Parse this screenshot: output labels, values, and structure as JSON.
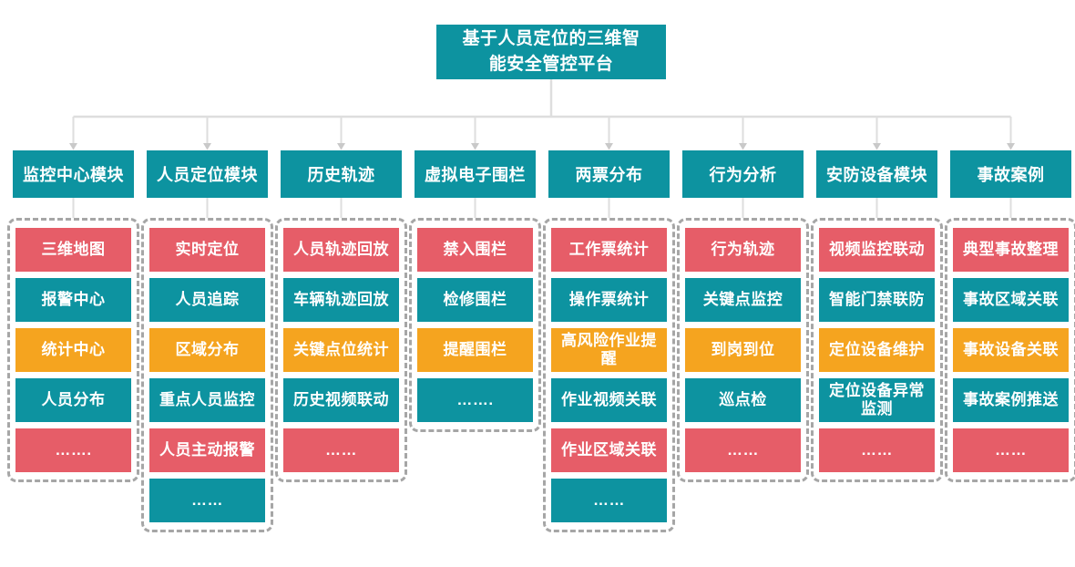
{
  "title": {
    "text": "基于人员定位的三维智能安全管控平台",
    "lines": [
      "基于人员定位的三维智",
      "能安全管控平台"
    ]
  },
  "colors": {
    "teal": "#0D93A0",
    "red": "#E65D68",
    "orange": "#F5A41F",
    "connector": "#DEDEDE",
    "arrow": "#C9C9C9",
    "dashed_border": "#A6A6A6",
    "text_on_box": "#FFFFFF"
  },
  "columns": [
    {
      "header": "监控中心模块",
      "items": [
        {
          "label": "三维地图",
          "color": "red"
        },
        {
          "label": "报警中心",
          "color": "teal"
        },
        {
          "label": "统计中心",
          "color": "orange"
        },
        {
          "label": "人员分布",
          "color": "teal"
        },
        {
          "label": "…….",
          "color": "red"
        }
      ]
    },
    {
      "header": "人员定位模块",
      "items": [
        {
          "label": "实时定位",
          "color": "red"
        },
        {
          "label": "人员追踪",
          "color": "teal"
        },
        {
          "label": "区域分布",
          "color": "orange"
        },
        {
          "label": "重点人员监控",
          "color": "teal"
        },
        {
          "label": "人员主动报警",
          "color": "red"
        },
        {
          "label": "……",
          "color": "teal"
        }
      ]
    },
    {
      "header": "历史轨迹",
      "items": [
        {
          "label": "人员轨迹回放",
          "color": "red"
        },
        {
          "label": "车辆轨迹回放",
          "color": "teal"
        },
        {
          "label": "关键点位统计",
          "color": "orange"
        },
        {
          "label": "历史视频联动",
          "color": "teal"
        },
        {
          "label": "……",
          "color": "red"
        }
      ]
    },
    {
      "header": "虚拟电子围栏",
      "items": [
        {
          "label": "禁入围栏",
          "color": "red"
        },
        {
          "label": "检修围栏",
          "color": "teal"
        },
        {
          "label": "提醒围栏",
          "color": "orange"
        },
        {
          "label": "…….",
          "color": "teal"
        }
      ]
    },
    {
      "header": "两票分布",
      "items": [
        {
          "label": "工作票统计",
          "color": "red"
        },
        {
          "label": "操作票统计",
          "color": "teal"
        },
        {
          "label": "高风险作业提醒",
          "color": "orange"
        },
        {
          "label": "作业视频关联",
          "color": "teal"
        },
        {
          "label": "作业区域关联",
          "color": "red"
        },
        {
          "label": "……",
          "color": "teal"
        }
      ]
    },
    {
      "header": "行为分析",
      "items": [
        {
          "label": "行为轨迹",
          "color": "red"
        },
        {
          "label": "关键点监控",
          "color": "teal"
        },
        {
          "label": "到岗到位",
          "color": "orange"
        },
        {
          "label": "巡点检",
          "color": "teal"
        },
        {
          "label": "……",
          "color": "red"
        }
      ]
    },
    {
      "header": "安防设备模块",
      "items": [
        {
          "label": "视频监控联动",
          "color": "red"
        },
        {
          "label": "智能门禁联防",
          "color": "teal"
        },
        {
          "label": "定位设备维护",
          "color": "orange"
        },
        {
          "label": "定位设备异常监测",
          "color": "teal"
        },
        {
          "label": "……",
          "color": "red"
        }
      ]
    },
    {
      "header": "事故案例",
      "items": [
        {
          "label": "典型事故整理",
          "color": "red"
        },
        {
          "label": "事故区域关联",
          "color": "teal"
        },
        {
          "label": "事故设备关联",
          "color": "orange"
        },
        {
          "label": "事故案例推送",
          "color": "teal"
        },
        {
          "label": "……",
          "color": "red"
        }
      ]
    }
  ]
}
